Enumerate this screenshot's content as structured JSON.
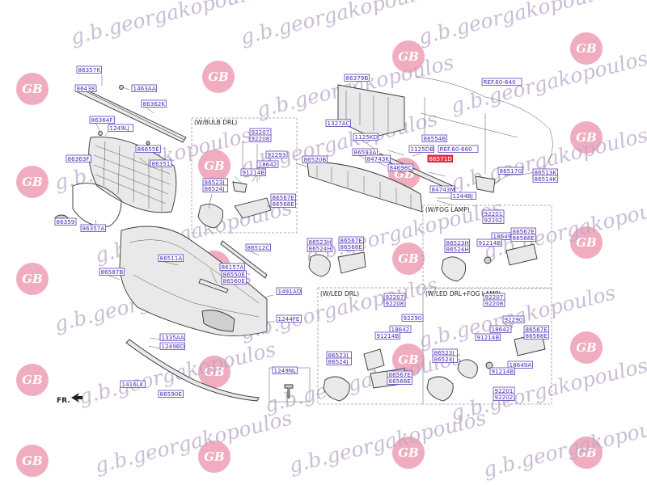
{
  "watermark": {
    "brand_text": "g.b.georgakopoulos",
    "logo_text": "GB"
  },
  "sections": {
    "bulb_drl": "(W/BULB DRL)",
    "fog_lamp": "(W/FOG LAMP)",
    "led_drl": "(W/LED DRL)",
    "led_drl_fog": "(W/LED DRL+FOG LAMP)"
  },
  "direction_label": "FR.",
  "highlighted_part": "86571D",
  "part_labels": [
    "86357K",
    "86438",
    "1463AA",
    "86362K",
    "86364F",
    "1249LJ",
    "86655E",
    "86363F",
    "86351",
    "86359",
    "86357A",
    "92207",
    "92208",
    "92293",
    "18642",
    "91214B",
    "86523J",
    "86524J",
    "86567E",
    "86568E",
    "86379B",
    "1327AC",
    "REF.60-640",
    "1125KD",
    "86554B",
    "1125DB",
    "REF.60-660",
    "86593A",
    "84743K",
    "86571D",
    "86520B",
    "84698C",
    "86517G",
    "86513K",
    "86514K",
    "84743M",
    "1244BJ",
    "86523H",
    "86524H",
    "86567E",
    "86568E",
    "86512C",
    "86511A",
    "86157A",
    "86550E",
    "86560E",
    "86587B",
    "1491AD",
    "1244FE",
    "1335AA",
    "1249BD",
    "1416LK",
    "86590E",
    "1249NL",
    "92201",
    "92202",
    "86523H",
    "86524H",
    "18649A",
    "91214B",
    "86567E",
    "86568E",
    "92207",
    "92208",
    "92290",
    "18642",
    "91214B",
    "86523J",
    "86524J",
    "86567E",
    "86568E",
    "92207",
    "92208",
    "92290",
    "18642",
    "91214B",
    "86567E",
    "86568E",
    "86523J",
    "86524J",
    "18649A",
    "91214B",
    "92201",
    "92202"
  ]
}
